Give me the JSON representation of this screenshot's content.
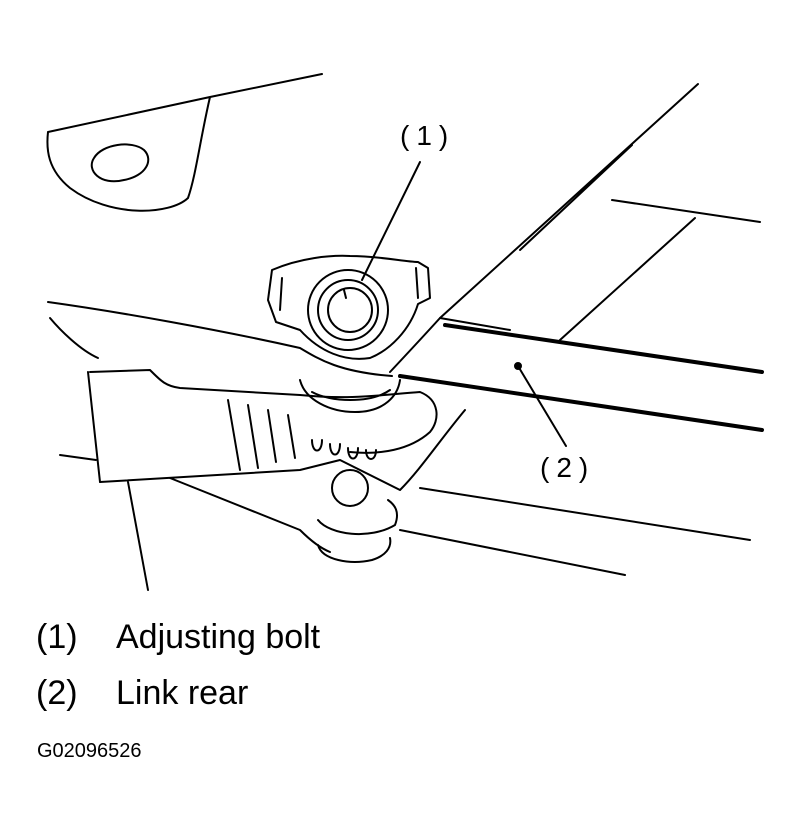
{
  "figure": {
    "callouts": [
      {
        "id": "callout-1",
        "label": "(1)"
      },
      {
        "id": "callout-2",
        "label": "(2)"
      }
    ]
  },
  "legend": [
    {
      "number": "(1)",
      "text": "Adjusting bolt"
    },
    {
      "number": "(2)",
      "text": "Link rear"
    }
  ],
  "figure_id": "G02096526"
}
